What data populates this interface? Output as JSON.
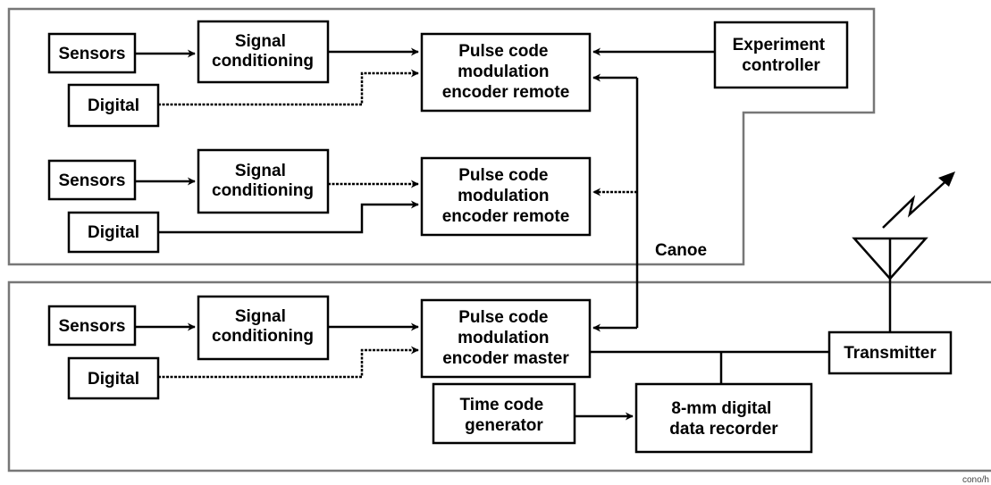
{
  "sections": {
    "canoe": "Canoe"
  },
  "blocks": {
    "sensors_1": "Sensors",
    "sensors_2": "Sensors",
    "sensors_3": "Sensors",
    "digital_1": "Digital",
    "digital_2": "Digital",
    "digital_3": "Digital",
    "signal_1": [
      "Signal",
      "conditioning"
    ],
    "signal_2": [
      "Signal",
      "conditioning"
    ],
    "signal_3": [
      "Signal",
      "conditioning"
    ],
    "pcm_remote_1": [
      "Pulse code",
      "modulation",
      "encoder remote"
    ],
    "pcm_remote_2": [
      "Pulse code",
      "modulation",
      "encoder remote"
    ],
    "pcm_master": [
      "Pulse code",
      "modulation",
      "encoder master"
    ],
    "experiment_controller": [
      "Experiment",
      "controller"
    ],
    "transmitter": "Transmitter",
    "time_code_generator": [
      "Time code",
      "generator"
    ],
    "data_recorder": [
      "8-mm digital",
      "data recorder"
    ]
  },
  "corner_tag": "cono/h"
}
